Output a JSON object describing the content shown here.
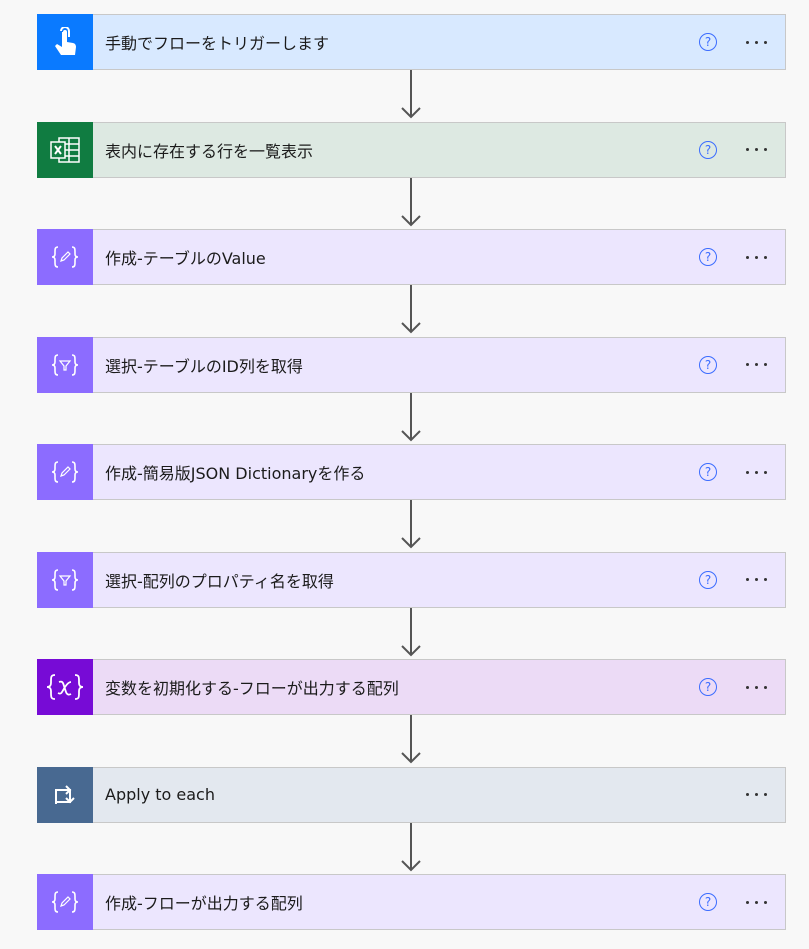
{
  "steps": [
    {
      "title": "手動でフローをトリガーします",
      "icon": "manual-trigger-icon",
      "bg": "#d8e9ff",
      "icon_bg": "#0a7aff",
      "help": true
    },
    {
      "title": "表内に存在する行を一覧表示",
      "icon": "excel-icon",
      "bg": "#dde9e2",
      "icon_bg": "#107c41",
      "help": true
    },
    {
      "title": "作成-テーブルのValue",
      "icon": "compose-icon",
      "bg": "#ece6fe",
      "icon_bg": "#8c6cff",
      "help": true
    },
    {
      "title": "選択-テーブルのID列を取得",
      "icon": "select-icon",
      "bg": "#ece6fe",
      "icon_bg": "#8c6cff",
      "help": true
    },
    {
      "title": "作成-簡易版JSON Dictionaryを作る",
      "icon": "compose-icon",
      "bg": "#ece6fe",
      "icon_bg": "#8c6cff",
      "help": true
    },
    {
      "title": "選択-配列のプロパティ名を取得",
      "icon": "select-icon",
      "bg": "#ece6fe",
      "icon_bg": "#8c6cff",
      "help": true
    },
    {
      "title": "変数を初期化する-フローが出力する配列",
      "icon": "variable-icon",
      "bg": "#ecdbf6",
      "icon_bg": "#770bd6",
      "help": true
    },
    {
      "title": "Apply to each",
      "icon": "loop-icon",
      "bg": "#e3e8ef",
      "icon_bg": "#486991",
      "help": false
    },
    {
      "title": "作成-フローが出力する配列",
      "icon": "compose-icon",
      "bg": "#ece6fe",
      "icon_bg": "#8c6cff",
      "help": true
    }
  ],
  "help_glyph": "?"
}
